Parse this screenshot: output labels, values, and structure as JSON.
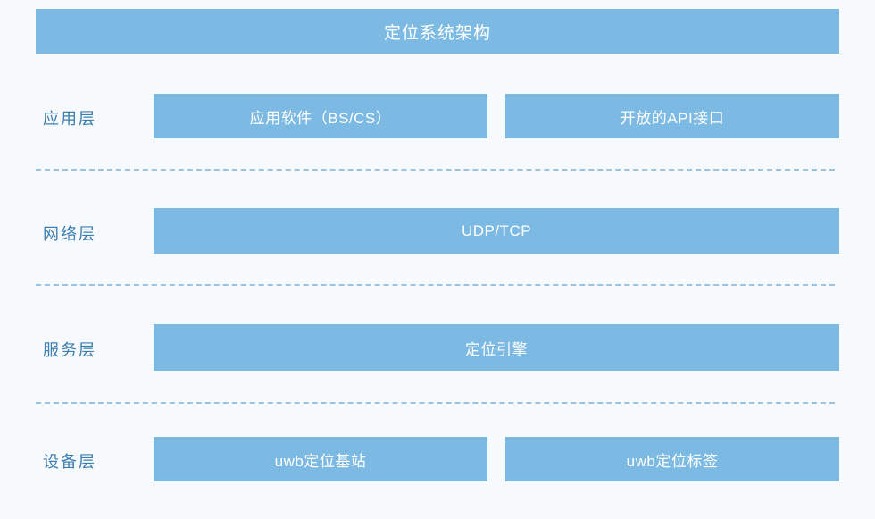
{
  "header": {
    "title": "定位系统架构",
    "background_color": "#7cbae4",
    "text_color": "#ffffff"
  },
  "theme": {
    "page_background": "#f7fafd",
    "box_fill": "#7cbae4",
    "label_color": "#3d7eb0",
    "divider_color": "#9dc3e0",
    "box_text_color": "#ffffff"
  },
  "layers": [
    {
      "label": "应用层",
      "boxes": [
        {
          "text": "应用软件（BS/CS）"
        },
        {
          "text": "开放的API接口"
        }
      ]
    },
    {
      "label": "网络层",
      "boxes": [
        {
          "text": "UDP/TCP"
        }
      ]
    },
    {
      "label": "服务层",
      "boxes": [
        {
          "text": "定位引擎"
        }
      ]
    },
    {
      "label": "设备层",
      "boxes": [
        {
          "text": "uwb定位基站"
        },
        {
          "text": "uwb定位标签"
        }
      ]
    }
  ]
}
